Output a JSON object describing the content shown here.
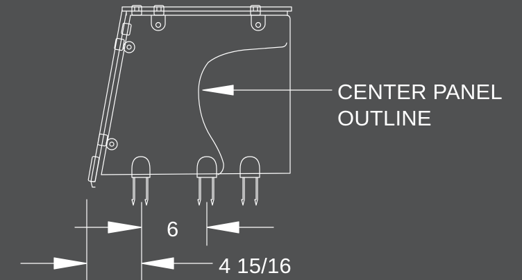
{
  "callout": {
    "line1": "CENTER PANEL",
    "line2": "OUTLINE"
  },
  "dimensions": {
    "upper": "6",
    "lower": "4 15/16"
  },
  "colors": {
    "background": "#505152",
    "linework": "#ffffff"
  }
}
